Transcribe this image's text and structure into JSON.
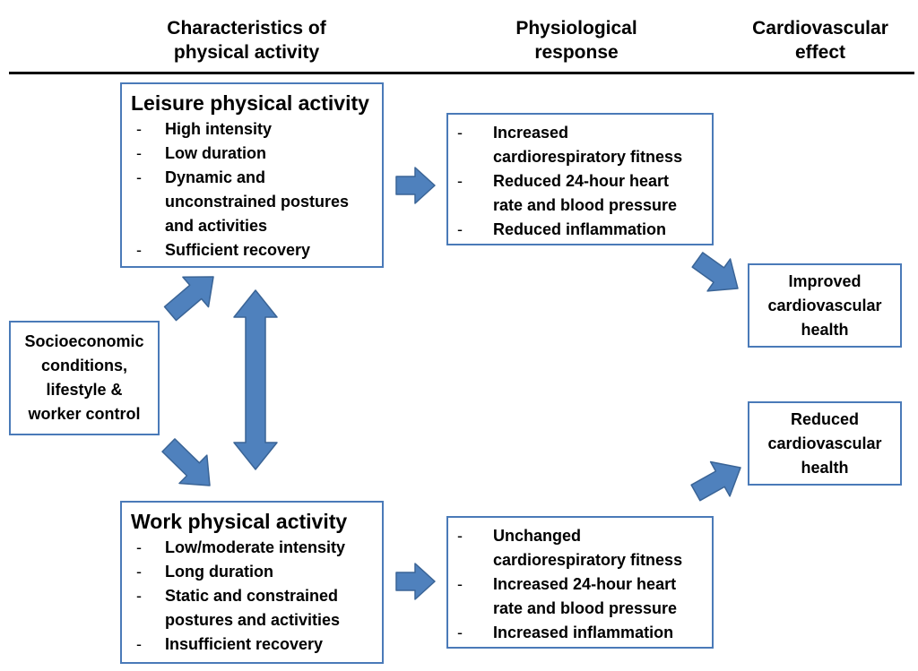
{
  "headers": {
    "characteristics": [
      "Characteristics of",
      "physical activity"
    ],
    "physiological": [
      "Physiological",
      "response"
    ],
    "cardiovascular": [
      "Cardiovascular",
      "effect"
    ]
  },
  "leisure": {
    "title": "Leisure physical activity",
    "items": [
      [
        "High intensity"
      ],
      [
        "Low duration"
      ],
      [
        "Dynamic and",
        "unconstrained postures",
        "and activities"
      ],
      [
        "Sufficient recovery"
      ]
    ]
  },
  "work": {
    "title": "Work physical activity",
    "items": [
      [
        "Low/moderate intensity"
      ],
      [
        "Long duration"
      ],
      [
        "Static and constrained",
        "postures and activities"
      ],
      [
        "Insufficient recovery"
      ]
    ]
  },
  "leisure_response": {
    "items": [
      [
        "Increased",
        "cardiorespiratory fitness"
      ],
      [
        "Reduced 24-hour heart",
        "rate and blood pressure"
      ],
      [
        "Reduced inflammation"
      ]
    ]
  },
  "work_response": {
    "items": [
      [
        "Unchanged",
        "cardiorespiratory fitness"
      ],
      [
        "Increased 24-hour heart",
        "rate and blood pressure"
      ],
      [
        "Increased inflammation"
      ]
    ]
  },
  "socioeconomic": [
    "Socioeconomic",
    "conditions,",
    "lifestyle &",
    "worker control"
  ],
  "improved": [
    "Improved",
    "cardiovascular",
    "health"
  ],
  "reduced": [
    "Reduced",
    "cardiovascular",
    "health"
  ],
  "colors": {
    "border": "#4a7ab8",
    "arrow_fill": "#4f81bd",
    "arrow_stroke": "#3a6496"
  }
}
